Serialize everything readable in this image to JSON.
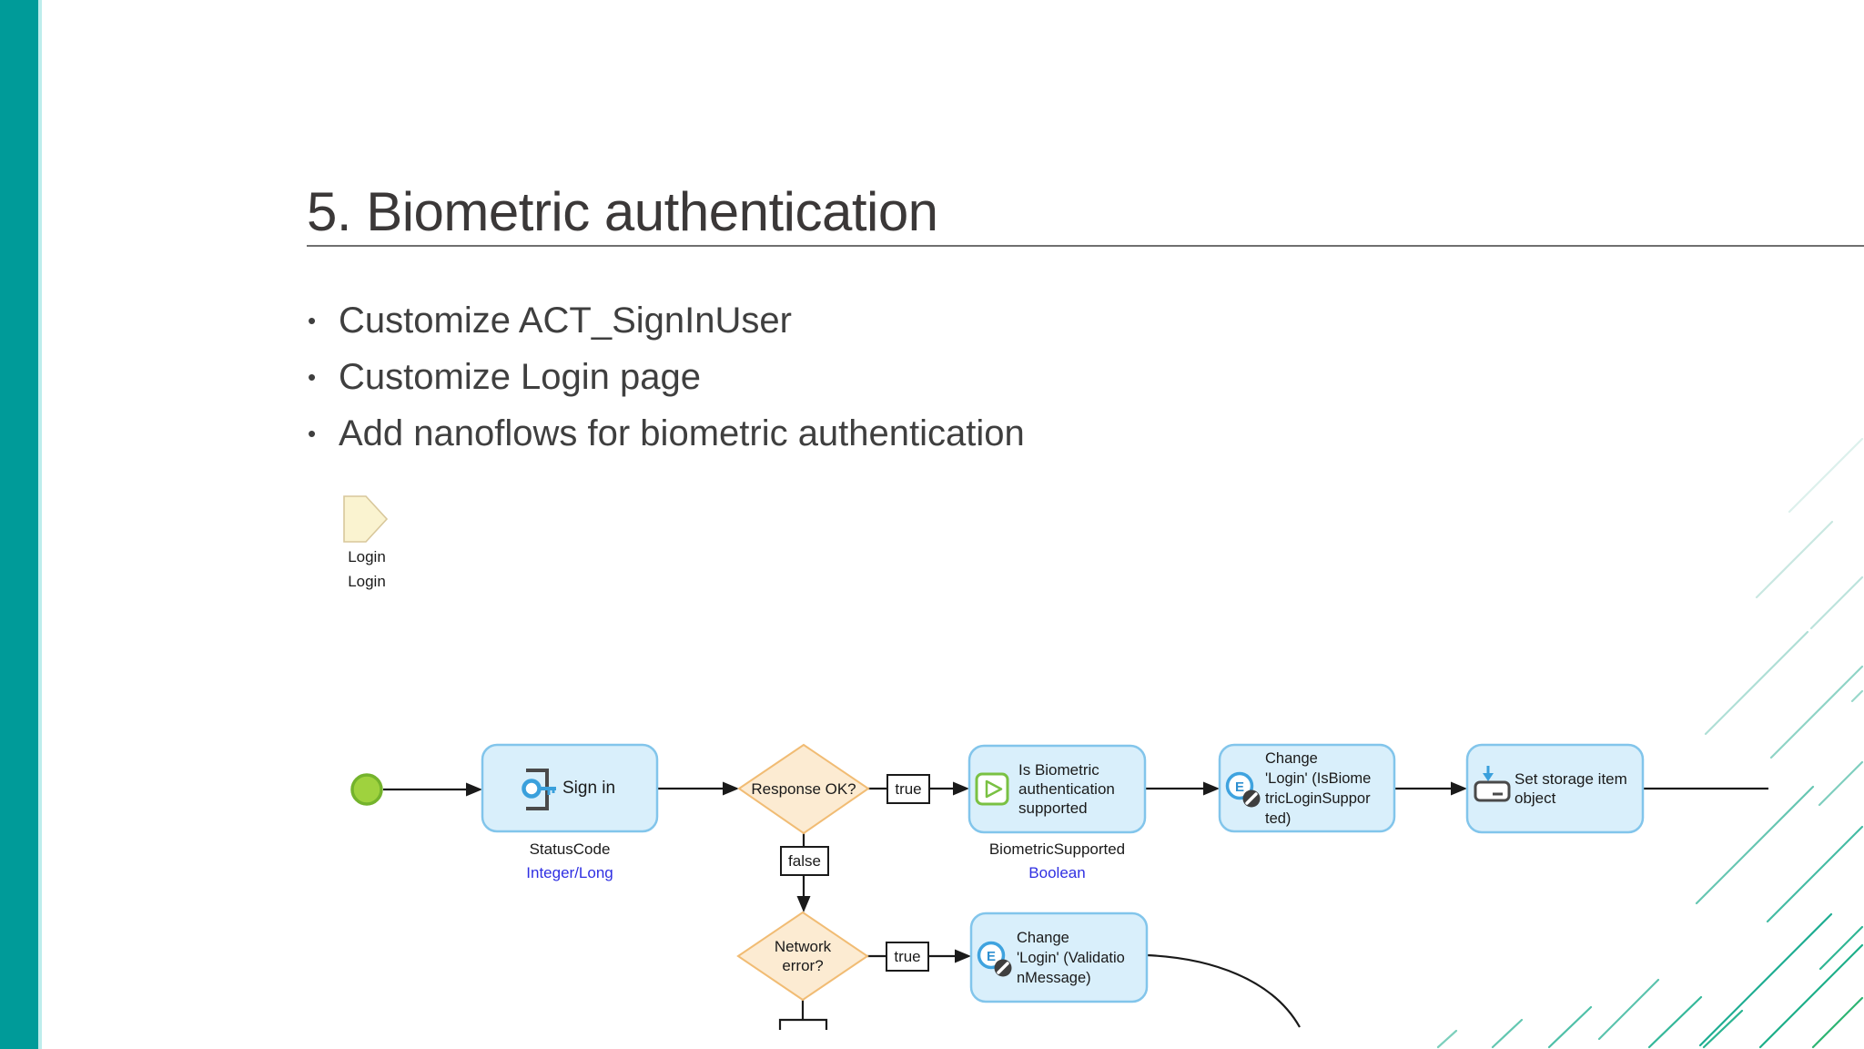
{
  "slide": {
    "title": "5. Biometric authentication",
    "bullets": [
      "Customize ACT_SignInUser",
      "Customize Login page",
      "Add nanoflows for biometric authentication"
    ]
  },
  "page_shortcut": {
    "name": "Login",
    "link": "Login"
  },
  "flow": {
    "sign_in": {
      "label": "Sign in",
      "output_var": "StatusCode",
      "output_type": "Integer/Long"
    },
    "decision_response": {
      "label": "Response OK?"
    },
    "edge_true_1": "true",
    "edge_false": "false",
    "is_biometric": {
      "line1": "Is Biometric",
      "line2": "authentication",
      "line3": "supported",
      "output_var": "BiometricSupported",
      "output_type": "Boolean"
    },
    "change_biometric": {
      "line1": "Change",
      "line2": "'Login' (IsBiome",
      "line3": "tricLoginSuppor",
      "line4": "ted)"
    },
    "set_storage": {
      "line1": "Set storage item",
      "line2": "object"
    },
    "decision_network": {
      "line1": "Network",
      "line2": "error?"
    },
    "edge_true_2": "true",
    "change_validation": {
      "line1": "Change",
      "line2": "'Login' (Validatio",
      "line3": "nMessage)"
    }
  },
  "colors": {
    "accent_bar": "#009B99",
    "activity_fill": "#D9EFFB",
    "activity_border": "#82C5EB",
    "decision_fill": "#FCEBD2",
    "decision_border": "#F1BC74",
    "start_fill": "#9FD23E",
    "start_border": "#74B32C",
    "link_text": "#2F2FE2",
    "stripe_teal": "#1FAD92"
  }
}
